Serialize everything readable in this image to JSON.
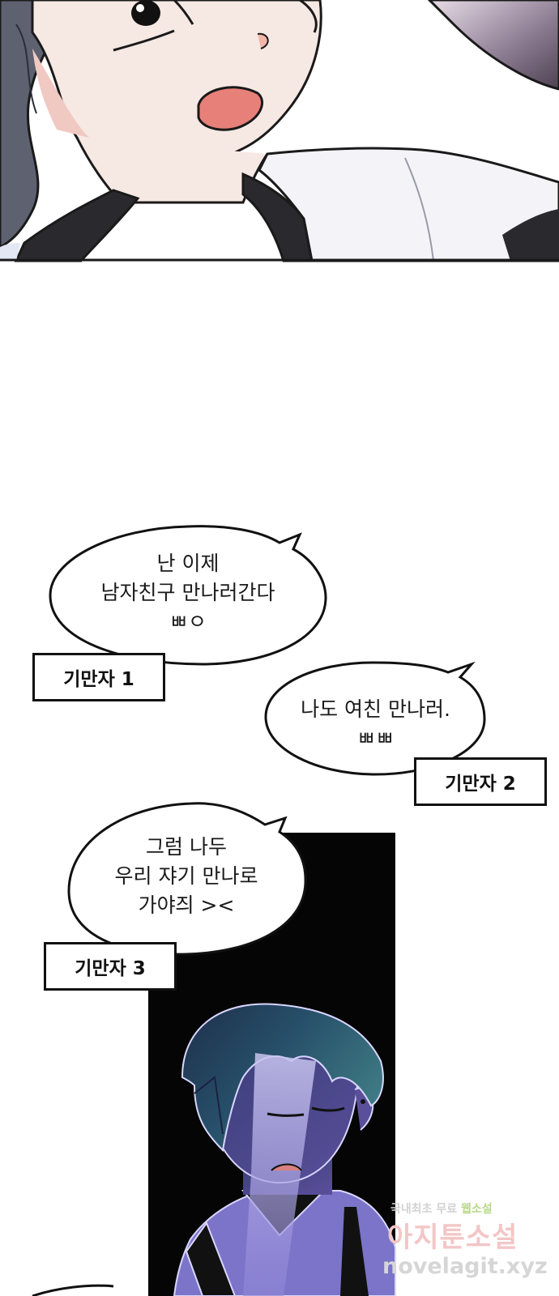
{
  "bubbles": [
    {
      "lines": [
        "난 이제",
        "남자친구 만나러간다",
        "ㅃㅇ"
      ]
    },
    {
      "lines": [
        "나도 여친 만나러.",
        "ㅃㅃ"
      ]
    },
    {
      "lines": [
        "그럼 나두",
        "우리 쟈기 만나로",
        "가야즤 ><"
      ]
    }
  ],
  "captions": [
    "기만자 1",
    "기만자 2",
    "기만자 3"
  ],
  "watermark": {
    "line1_a": "국내최초 무료",
    "line1_b": "웹소설",
    "line2": "아지툰소설",
    "line3": "novelagit.xyz"
  }
}
